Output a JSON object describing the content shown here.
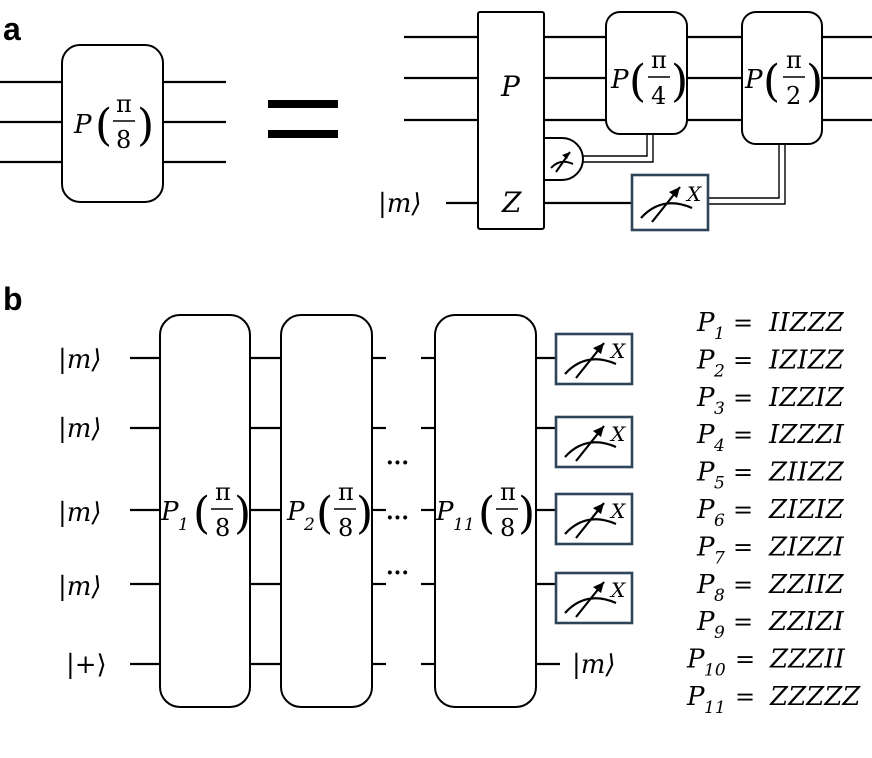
{
  "panel_a": {
    "label": "a",
    "lhs_gate": {
      "op": "P",
      "angle_num": "π",
      "angle_den": "8"
    },
    "equals": "=",
    "joint_gate": {
      "top": "P",
      "bottom": "Z"
    },
    "gate_pi4": {
      "op": "P",
      "angle_num": "π",
      "angle_den": "4"
    },
    "gate_pi2": {
      "op": "P",
      "angle_num": "π",
      "angle_den": "2"
    },
    "ancilla_state": "|m⟩",
    "x_measure_label": "X"
  },
  "panel_b": {
    "label": "b",
    "inputs": [
      "|m⟩",
      "|m⟩",
      "|m⟩",
      "|m⟩",
      "|+⟩"
    ],
    "gates": [
      {
        "op": "P",
        "sub": "1",
        "angle_num": "π",
        "angle_den": "8"
      },
      {
        "op": "P",
        "sub": "2",
        "angle_num": "π",
        "angle_den": "8"
      },
      {
        "op": "P",
        "sub": "11",
        "angle_num": "π",
        "angle_den": "8"
      }
    ],
    "ellipsis": "···",
    "x_measure_label": "X",
    "output_state": "|m⟩",
    "paulis": [
      {
        "sub": "1",
        "eq": "=",
        "str": "IIZZZ"
      },
      {
        "sub": "2",
        "eq": "=",
        "str": "IZIZZ"
      },
      {
        "sub": "3",
        "eq": "=",
        "str": "IZZIZ"
      },
      {
        "sub": "4",
        "eq": "=",
        "str": "IZZZI"
      },
      {
        "sub": "5",
        "eq": "=",
        "str": "ZIIZZ"
      },
      {
        "sub": "6",
        "eq": "=",
        "str": "ZIZIZ"
      },
      {
        "sub": "7",
        "eq": "=",
        "str": "ZIZZI"
      },
      {
        "sub": "8",
        "eq": "=",
        "str": "ZZIIZ"
      },
      {
        "sub": "9",
        "eq": "=",
        "str": "ZZIZI"
      },
      {
        "sub": "10",
        "eq": "=",
        "str": "ZZZII"
      },
      {
        "sub": "11",
        "eq": "=",
        "str": "ZZZZZ"
      }
    ]
  }
}
